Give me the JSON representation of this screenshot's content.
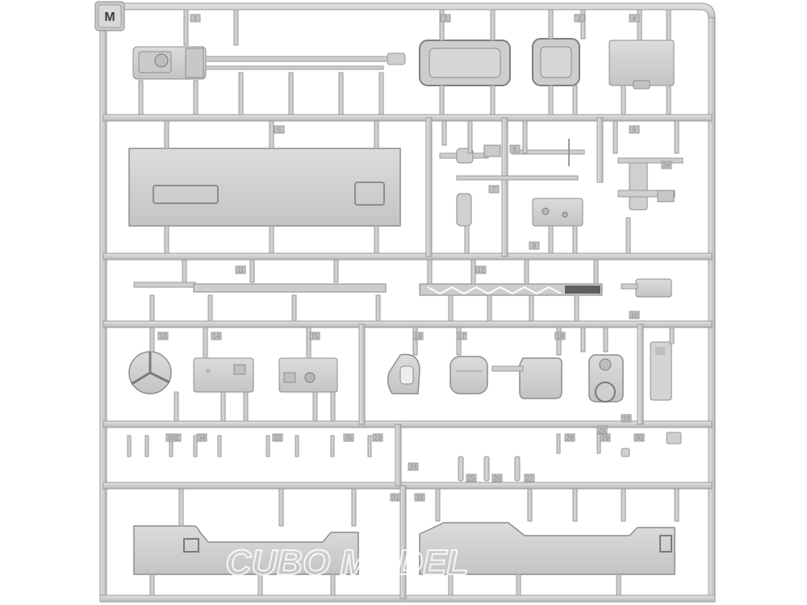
{
  "sprue": {
    "letter": "M",
    "part_tags": [
      {
        "id": "1",
        "label": "1"
      },
      {
        "id": "2",
        "label": "2"
      },
      {
        "id": "3",
        "label": "3"
      },
      {
        "id": "4",
        "label": "4"
      },
      {
        "id": "5",
        "label": "5"
      },
      {
        "id": "6",
        "label": "6"
      },
      {
        "id": "7",
        "label": "7"
      },
      {
        "id": "8",
        "label": "8"
      },
      {
        "id": "9",
        "label": "9"
      },
      {
        "id": "10",
        "label": "10"
      },
      {
        "id": "11",
        "label": "11"
      },
      {
        "id": "12",
        "label": "12"
      },
      {
        "id": "13",
        "label": "13"
      },
      {
        "id": "14",
        "label": "14"
      },
      {
        "id": "15",
        "label": "15"
      },
      {
        "id": "16",
        "label": "16"
      },
      {
        "id": "17",
        "label": "17"
      },
      {
        "id": "18",
        "label": "18"
      },
      {
        "id": "19",
        "label": "19"
      },
      {
        "id": "20",
        "label": "20"
      },
      {
        "id": "21",
        "label": "21"
      },
      {
        "id": "22",
        "label": "22"
      },
      {
        "id": "23",
        "label": "23"
      },
      {
        "id": "24",
        "label": "24"
      },
      {
        "id": "25",
        "label": "25"
      },
      {
        "id": "26",
        "label": "26"
      },
      {
        "id": "27",
        "label": "27"
      },
      {
        "id": "28",
        "label": "28"
      },
      {
        "id": "29",
        "label": "29"
      },
      {
        "id": "30",
        "label": "30"
      },
      {
        "id": "31",
        "label": "31"
      },
      {
        "id": "32",
        "label": "32"
      },
      {
        "id": "33",
        "label": "33"
      },
      {
        "id": "34",
        "label": "34"
      },
      {
        "id": "35",
        "label": "35"
      },
      {
        "id": "36",
        "label": "36"
      }
    ]
  },
  "watermark": {
    "text": "CUBO MODEL"
  },
  "colors": {
    "plastic": "#d3d3d3",
    "plastic_dark": "#a9a9a9",
    "plastic_edge": "#8c8c8c",
    "background": "#ffffff",
    "watermark": "#ffffff"
  }
}
